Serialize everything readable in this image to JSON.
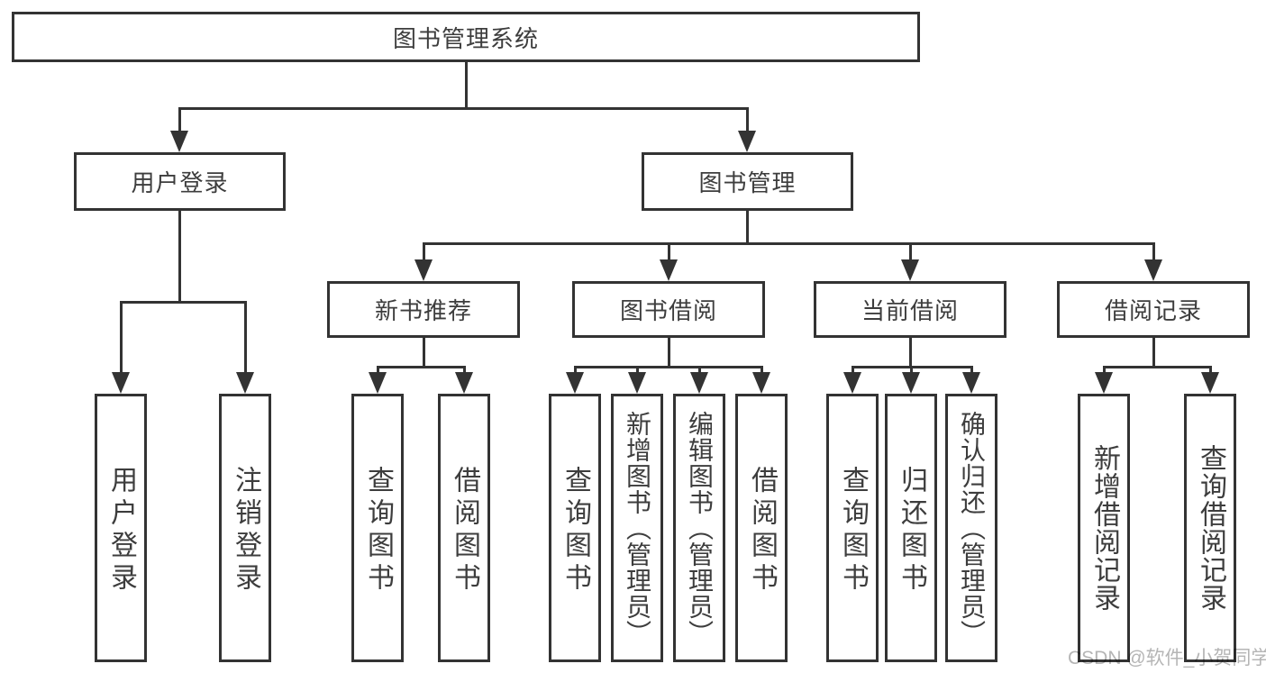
{
  "colors": {
    "line": "#333333",
    "text": "#3d3d3d",
    "background": "#ffffff",
    "watermark": "#b5b5b5"
  },
  "tree": {
    "root": {
      "label": "图书管理系统"
    },
    "user_login": {
      "label": "用户登录",
      "children": [
        {
          "label": "用户登录"
        },
        {
          "label": "注销登录"
        }
      ]
    },
    "book_mgmt": {
      "label": "图书管理",
      "children": [
        {
          "label": "新书推荐",
          "children": [
            {
              "label": "查询图书"
            },
            {
              "label": "借阅图书"
            }
          ]
        },
        {
          "label": "图书借阅",
          "children": [
            {
              "label": "查询图书"
            },
            {
              "label": "新增图书（管理员）"
            },
            {
              "label": "编辑图书（管理员）"
            },
            {
              "label": "借阅图书"
            }
          ]
        },
        {
          "label": "当前借阅",
          "children": [
            {
              "label": "查询图书"
            },
            {
              "label": "归还图书"
            },
            {
              "label": "确认归还（管理员）"
            }
          ]
        },
        {
          "label": "借阅记录",
          "children": [
            {
              "label": "新增借阅记录"
            },
            {
              "label": "查询借阅记录"
            }
          ]
        }
      ]
    }
  },
  "watermark": {
    "text": "CSDN @软件_小贺同学"
  }
}
